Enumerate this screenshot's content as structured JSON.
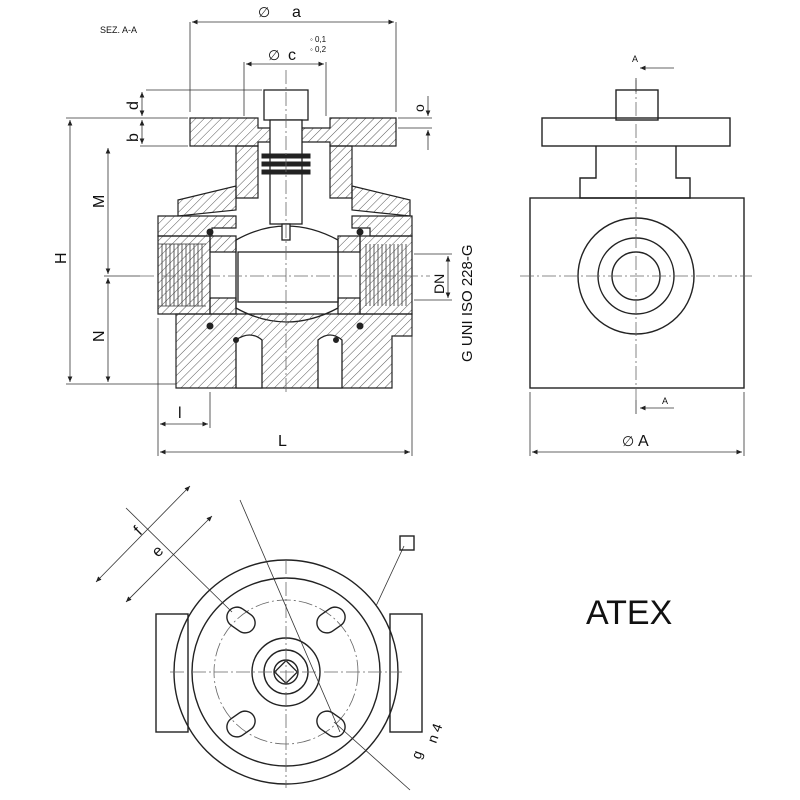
{
  "section": {
    "title": "SEZ. A-A"
  },
  "dimensions": {
    "a": "a",
    "c": "c",
    "tolerance_1": "0,1",
    "tolerance_2": "0,2",
    "d": "d",
    "b": "b",
    "o": "o",
    "H": "H",
    "M": "M",
    "N": "N",
    "l": "l",
    "L": "L",
    "DN": "DN",
    "A": "A",
    "section_mark": "A",
    "f": "f",
    "e": "e",
    "g": "g",
    "n4": "n 4"
  },
  "symbols": {
    "diameter": "∅",
    "tolerance": "◦"
  },
  "thread_standard": "G UNI ISO 228-G",
  "certification": "ATEX",
  "colors": {
    "line": "#222222",
    "hatch": "#444444",
    "background": "#ffffff"
  }
}
